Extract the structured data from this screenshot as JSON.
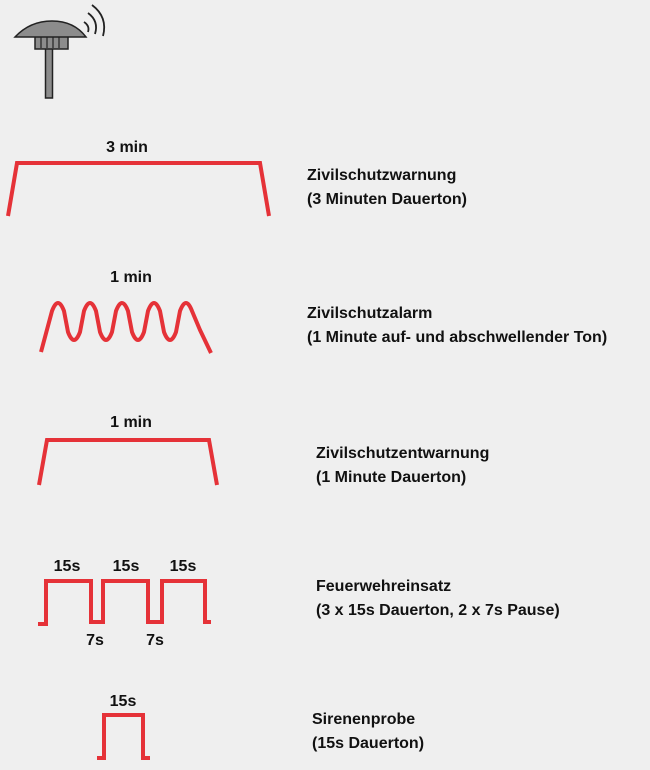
{
  "icons": {
    "siren": "siren-icon"
  },
  "colors": {
    "signal": "#e53238",
    "text": "#111111",
    "background": "#efefef",
    "siren_body": "#8c8c8c",
    "siren_outline": "#222222"
  },
  "signals": [
    {
      "id": "zivilschutzwarnung",
      "title": "Zivilschutzwarnung",
      "description": "(3 Minuten Dauerton)",
      "durations": [
        "3 min"
      ]
    },
    {
      "id": "zivilschutzalarm",
      "title": "Zivilschutzalarm",
      "description": "(1 Minute auf- und abschwellender Ton)",
      "durations": [
        "1 min"
      ]
    },
    {
      "id": "zivilschutzentwarnung",
      "title": "Zivilschutzentwarnung",
      "description": "(1 Minute Dauerton)",
      "durations": [
        "1 min"
      ]
    },
    {
      "id": "feuerwehreinsatz",
      "title": "Feuerwehreinsatz",
      "description": "(3 x 15s Dauerton, 2 x 7s Pause)",
      "durations": [
        "15s",
        "15s",
        "15s",
        "7s",
        "7s"
      ]
    },
    {
      "id": "sirenenprobe",
      "title": "Sirenenprobe",
      "description": "(15s Dauerton)",
      "durations": [
        "15s"
      ]
    }
  ]
}
